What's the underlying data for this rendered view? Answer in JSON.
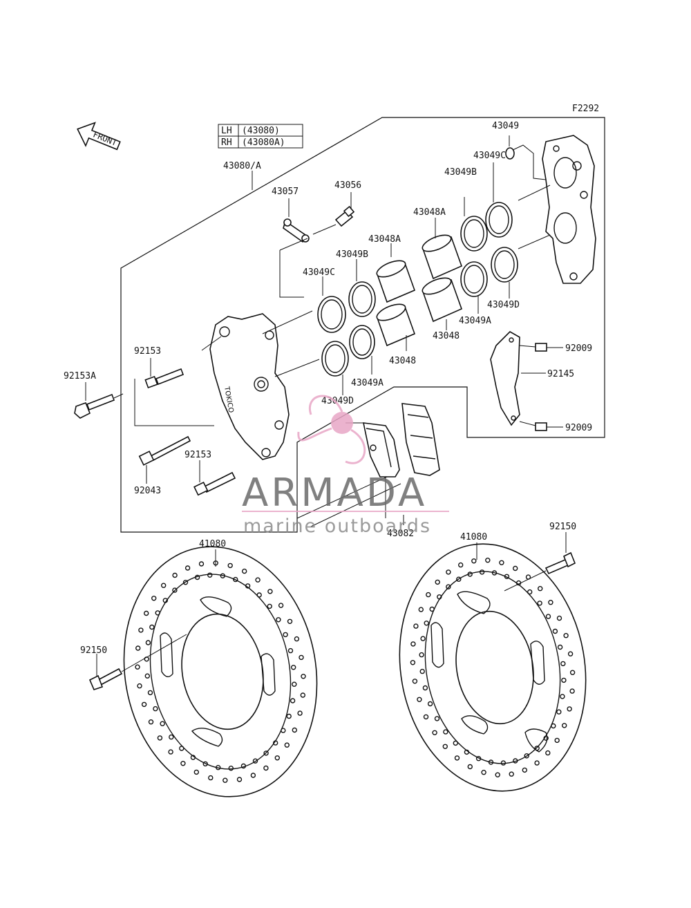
{
  "figure_code": "F2292",
  "front_arrow_label": "FRONT",
  "legend": [
    {
      "side": "LH",
      "part": "(43080)"
    },
    {
      "side": "RH",
      "part": "(43080A)"
    }
  ],
  "parts": {
    "caliper_assy": "43080/A",
    "p43057": "43057",
    "p43056": "43056",
    "p43049": "43049",
    "p43049c_r": "43049C",
    "p43049b_r": "43049B",
    "p43048a_r": "43048A",
    "p43048a_l": "43048A",
    "p43049b_l": "43049B",
    "p43049c_l": "43049C",
    "p43049d_r": "43049D",
    "p43049a_r": "43049A",
    "p43048_r": "43048",
    "p43048_l": "43048",
    "p43049a_l": "43049A",
    "p43049d_l": "43049D",
    "p92009_top": "92009",
    "p92145": "92145",
    "p92009_bot": "92009",
    "p92153_top": "92153",
    "p92153a": "92153A",
    "p92153_bot": "92153",
    "p92043": "92043",
    "p43082": "43082",
    "p41080_l": "41080",
    "p41080_r": "41080",
    "p92150_r": "92150",
    "p92150_l": "92150"
  },
  "watermark": {
    "brand": "ARMADA",
    "tagline": "marine outboards",
    "color_main": "#6b6b6b",
    "color_accent": "#e8a6c6"
  }
}
